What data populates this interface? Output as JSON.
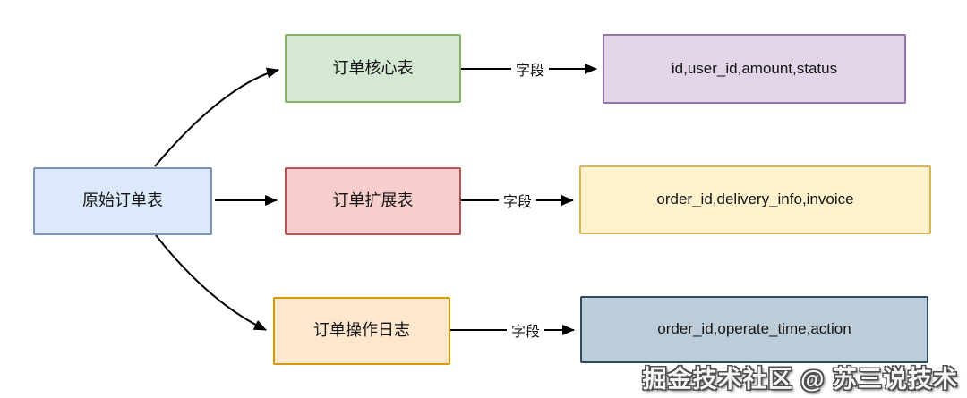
{
  "diagram": {
    "source_table": {
      "label": "原始订单表",
      "fill": "#dce9fa",
      "border": "#7d92be"
    },
    "rows": [
      {
        "table": {
          "label": "订单核心表",
          "fill": "#d5e8d4",
          "border": "#82b366"
        },
        "edge_label": "字段",
        "fields": {
          "label": "id,user_id,amount,status",
          "fill": "#e1d5e7",
          "border": "#9673a6"
        }
      },
      {
        "table": {
          "label": "订单扩展表",
          "fill": "#f8cecc",
          "border": "#b85450"
        },
        "edge_label": "字段",
        "fields": {
          "label": "order_id,delivery_info,invoice",
          "fill": "#fff2cc",
          "border": "#d6b656"
        }
      },
      {
        "table": {
          "label": "订单操作日志",
          "fill": "#ffe7cf",
          "border": "#d79b00"
        },
        "edge_label": "字段",
        "fields": {
          "label": "order_id,operate_time,action",
          "fill": "#bccdd9",
          "border": "#2d4a5e"
        }
      }
    ],
    "arrow_color": "#000000"
  },
  "watermark": {
    "text": "掘金技术社区 @ 苏三说技术"
  }
}
